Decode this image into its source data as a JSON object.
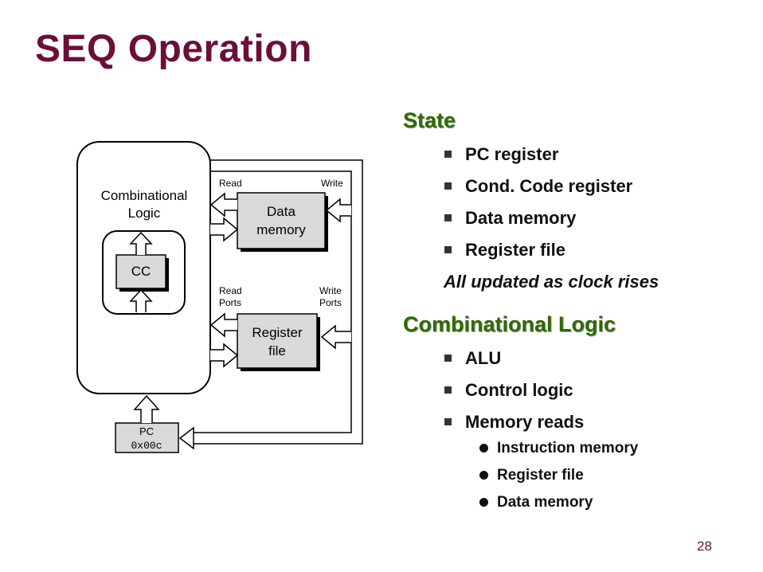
{
  "title": "SEQ Operation",
  "page_number": "28",
  "diagram": {
    "comb_logic": [
      "Combinational",
      "Logic"
    ],
    "cc": "CC",
    "data_memory": [
      "Data",
      "memory"
    ],
    "register_file": [
      "Register",
      "file"
    ],
    "pc": [
      "PC",
      "0x00c"
    ],
    "read_label": "Read",
    "write_label": "Write",
    "read_ports": [
      "Read",
      "Ports"
    ],
    "write_ports": [
      "Write",
      "Ports"
    ]
  },
  "state": {
    "heading": "State",
    "items": [
      "PC register",
      "Cond. Code register",
      "Data memory",
      "Register file"
    ],
    "note": "All updated as clock rises"
  },
  "comb": {
    "heading": "Combinational Logic",
    "items": [
      "ALU",
      "Control logic",
      "Memory reads"
    ],
    "subitems": [
      "Instruction memory",
      "Register file",
      "Data memory"
    ]
  }
}
